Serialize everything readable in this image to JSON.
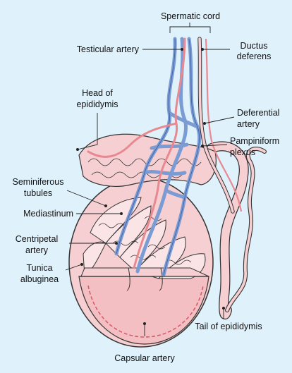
{
  "colors": {
    "background": "#dff1fb",
    "vein": "#7a9bd4",
    "artery": "#e88890",
    "tissue": "#f6cfd2",
    "tubule": "#fbe4e6",
    "outline": "#333333"
  },
  "labels": {
    "spermatic_cord": "Spermatic cord",
    "testicular_artery": "Testicular artery",
    "ductus_deferens_1": "Ductus",
    "ductus_deferens_2": "deferens",
    "head_epididymis_1": "Head of",
    "head_epididymis_2": "epididymis",
    "deferential_artery_1": "Deferential",
    "deferential_artery_2": "artery",
    "pampiniform_1": "Pampiniform",
    "pampiniform_2": "plexus",
    "seminiferous_1": "Seminiferous",
    "seminiferous_2": "tubules",
    "mediastinum": "Mediastinum",
    "centripetal_1": "Centripetal",
    "centripetal_2": "artery",
    "tunica_1": "Tunica",
    "tunica_2": "albuginea",
    "tail_epididymis": "Tail of epididymis",
    "capsular_artery": "Capsular artery"
  }
}
